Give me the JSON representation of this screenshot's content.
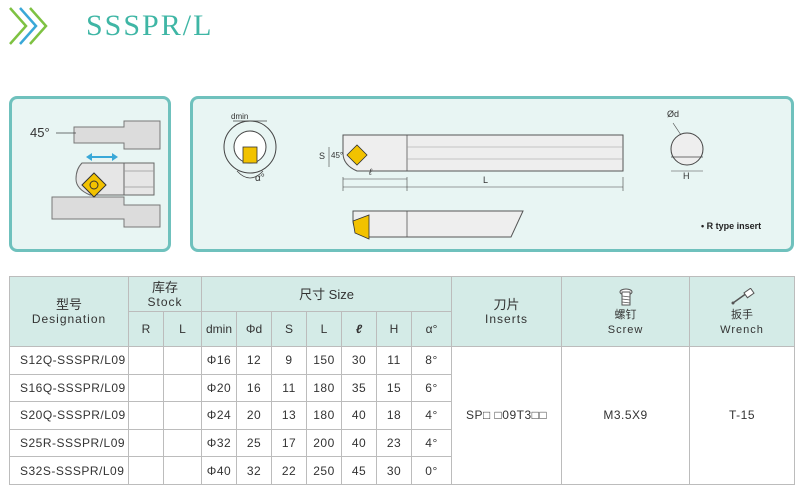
{
  "header": {
    "title": "SSSPR/L"
  },
  "colors": {
    "accent": "#3fb6a5",
    "chevron_green": "#7ec242",
    "chevron_blue": "#3aa8d8",
    "header_bg": "#d4ebe7",
    "insert_yellow": "#f2c200"
  },
  "left_panel": {
    "angle_label": "45°"
  },
  "right_panel": {
    "labels": {
      "dmin": "dmin",
      "alpha": "α°",
      "s": "S",
      "angle45": "45°",
      "l_small": "ℓ",
      "L": "L",
      "phi_d": "Ød",
      "H": "H"
    },
    "note": "• R type insert"
  },
  "table": {
    "headers": {
      "designation_cn": "型号",
      "designation_en": "Designation",
      "stock_cn": "库存",
      "stock_en": "Stock",
      "stock_r": "R",
      "stock_l": "L",
      "size": "尺寸 Size",
      "size_cols": [
        "dmin",
        "Φd",
        "S",
        "L",
        "ℓ",
        "H",
        "α°"
      ],
      "inserts_cn": "刀片",
      "inserts_en": "Inserts",
      "screw_cn": "螺钉",
      "screw_en": "Screw",
      "wrench_cn": "扳手",
      "wrench_en": "Wrench"
    },
    "rows": [
      {
        "designation": "S12Q-SSSPR/L09",
        "r": "",
        "l": "",
        "dmin": "Φ16",
        "phid": "12",
        "s": "9",
        "L": "150",
        "lsmall": "30",
        "h": "11",
        "alpha": "8°"
      },
      {
        "designation": "S16Q-SSSPR/L09",
        "r": "",
        "l": "",
        "dmin": "Φ20",
        "phid": "16",
        "s": "11",
        "L": "180",
        "lsmall": "35",
        "h": "15",
        "alpha": "6°"
      },
      {
        "designation": "S20Q-SSSPR/L09",
        "r": "",
        "l": "",
        "dmin": "Φ24",
        "phid": "20",
        "s": "13",
        "L": "180",
        "lsmall": "40",
        "h": "18",
        "alpha": "4°"
      },
      {
        "designation": "S25R-SSSPR/L09",
        "r": "",
        "l": "",
        "dmin": "Φ32",
        "phid": "25",
        "s": "17",
        "L": "200",
        "lsmall": "40",
        "h": "23",
        "alpha": "4°"
      },
      {
        "designation": "S32S-SSSPR/L09",
        "r": "",
        "l": "",
        "dmin": "Φ40",
        "phid": "32",
        "s": "22",
        "L": "250",
        "lsmall": "45",
        "h": "30",
        "alpha": "0°"
      }
    ],
    "inserts_value": "SP□ □09T3□□",
    "screw_value": "M3.5X9",
    "wrench_value": "T-15"
  }
}
